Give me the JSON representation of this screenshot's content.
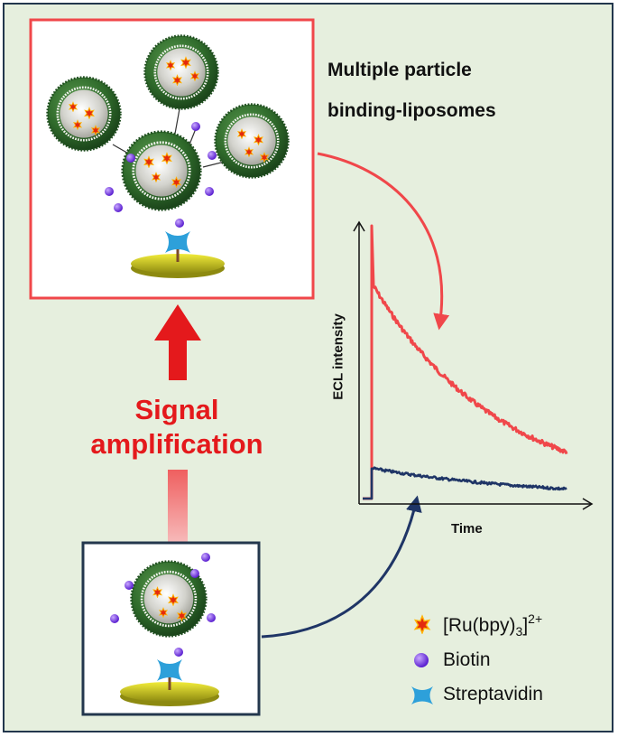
{
  "title_lines": [
    "Multiple particle",
    "binding-liposomes"
  ],
  "signal_label": [
    "Signal",
    "amplification"
  ],
  "chart": {
    "ylabel": "ECL intensity",
    "xlabel": "Time",
    "series": [
      {
        "color": "#f0474a",
        "peak": 1.0,
        "start": 0.78,
        "end": 0.17
      },
      {
        "color": "#1f3566",
        "peak": 0.11,
        "start": 0.11,
        "end": 0.035
      }
    ]
  },
  "legend": [
    {
      "icon": "star-icon",
      "base": "[Ru(bpy)",
      "sub": "3",
      "tail": "]",
      "sup": "2+"
    },
    {
      "icon": "sphere-icon",
      "base": "Biotin"
    },
    {
      "icon": "cross-icon",
      "base": "Streptavidin"
    }
  ],
  "colors": {
    "red_box": "#f0474a",
    "navy_box": "#23374d",
    "signal_text": "#e4191c",
    "background": "#e6efde"
  }
}
